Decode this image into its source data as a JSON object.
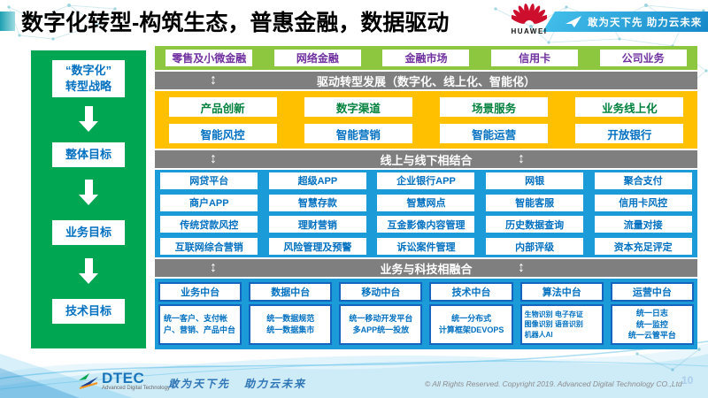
{
  "header": {
    "title": "数字化转型-构筑生态，普惠金融，数据驱动",
    "huawei_text": "HUAWEI",
    "ribbon_slogan": "敢为天下先 助力云未来"
  },
  "icons": {
    "updown_arrow": "↕"
  },
  "sidebar": {
    "items": [
      "“数字化”\n转型战略",
      "整体目标",
      "业务目标",
      "技术目标"
    ]
  },
  "flow": {
    "business_lines": [
      "零售及小微金融",
      "网络金融",
      "金融市场",
      "信用卡",
      "公司业务"
    ],
    "bar_drive": "驱动转型发展（数字化、线上化、智能化）",
    "transform_top": [
      "产品创新",
      "数字渠道",
      "场景服务",
      "业务线上化"
    ],
    "transform_bottom": [
      "智能风控",
      "智能营销",
      "智能运营",
      "开放银行"
    ],
    "bar_online_offline": "线上与线下相结合",
    "channels": [
      [
        "网贷平台",
        "超级APP",
        "企业银行APP",
        "网银",
        "聚合支付"
      ],
      [
        "商户APP",
        "智慧存款",
        "智慧网点",
        "智能客服",
        "信用卡风控"
      ],
      [
        "传统贷款风控",
        "理财营销",
        "互金影像内容管理",
        "历史数据查询",
        "流量对接"
      ],
      [
        "互联网综合营销",
        "风险管理及预警",
        "诉讼案件管理",
        "内部评级",
        "资本充足评定"
      ]
    ],
    "bar_tech": "业务与科技相融合",
    "platforms": [
      {
        "title": "业务中台",
        "content": "统一客户、支付帐户、营销、产品中台"
      },
      {
        "title": "数据中台",
        "content": "统一数据规范\n统一数据集市"
      },
      {
        "title": "移动中台",
        "content": "统一移动开发平台\n多APP统一投放"
      },
      {
        "title": "技术中台",
        "content": "统一分布式\n计算框架DEVOPS"
      },
      {
        "title": "算法中台",
        "content": "生物识别 电子存证\n图像识别 语音识别\n机器人AI"
      },
      {
        "title": "运营中台",
        "content": "统一日志\n统一监控\n统一云管平台"
      }
    ]
  },
  "footer": {
    "logo_text": "DTEC",
    "logo_subtext": "Advanced Digital Technology",
    "slogan": "敢为天下先   助力云未来",
    "copyright": "© All Rights Reserved. Copyright 2019. Advanced Digital Technology CO.,Ltd",
    "page_number": "10"
  },
  "colors": {
    "sidebar_green": "#00A651",
    "band_green": "#8DC63F",
    "bar_gray": "#7F7F7F",
    "section_yellow": "#FFC000",
    "section_blue": "#1B9CD8",
    "border_blue": "#1565C0",
    "text_blue": "#0070C0",
    "text_purple": "#7030A0",
    "text_green": "#00813D",
    "huawei_red": "#CE0E2D",
    "ribbon_blue": "#1787C9"
  }
}
